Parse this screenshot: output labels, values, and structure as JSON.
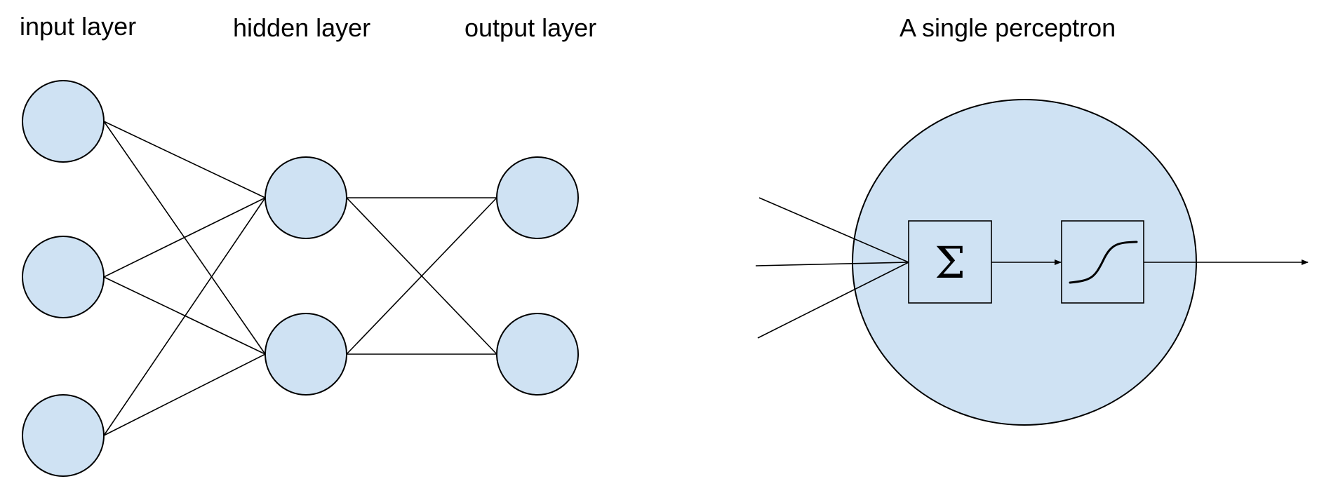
{
  "network": {
    "input_layer_label": "input layer",
    "hidden_layer_label": "hidden layer",
    "output_layer_label": "output layer",
    "layer_sizes": [
      3,
      2,
      2
    ],
    "connectivity": "fully-connected"
  },
  "perceptron": {
    "title": "A single perceptron",
    "summation_symbol": "Σ",
    "activation_icon": "sigmoid-curve-icon",
    "input_count": 3,
    "output_count": 1
  },
  "colors": {
    "node_fill": "#cfe2f3",
    "stroke": "#000000",
    "background": "#ffffff"
  }
}
